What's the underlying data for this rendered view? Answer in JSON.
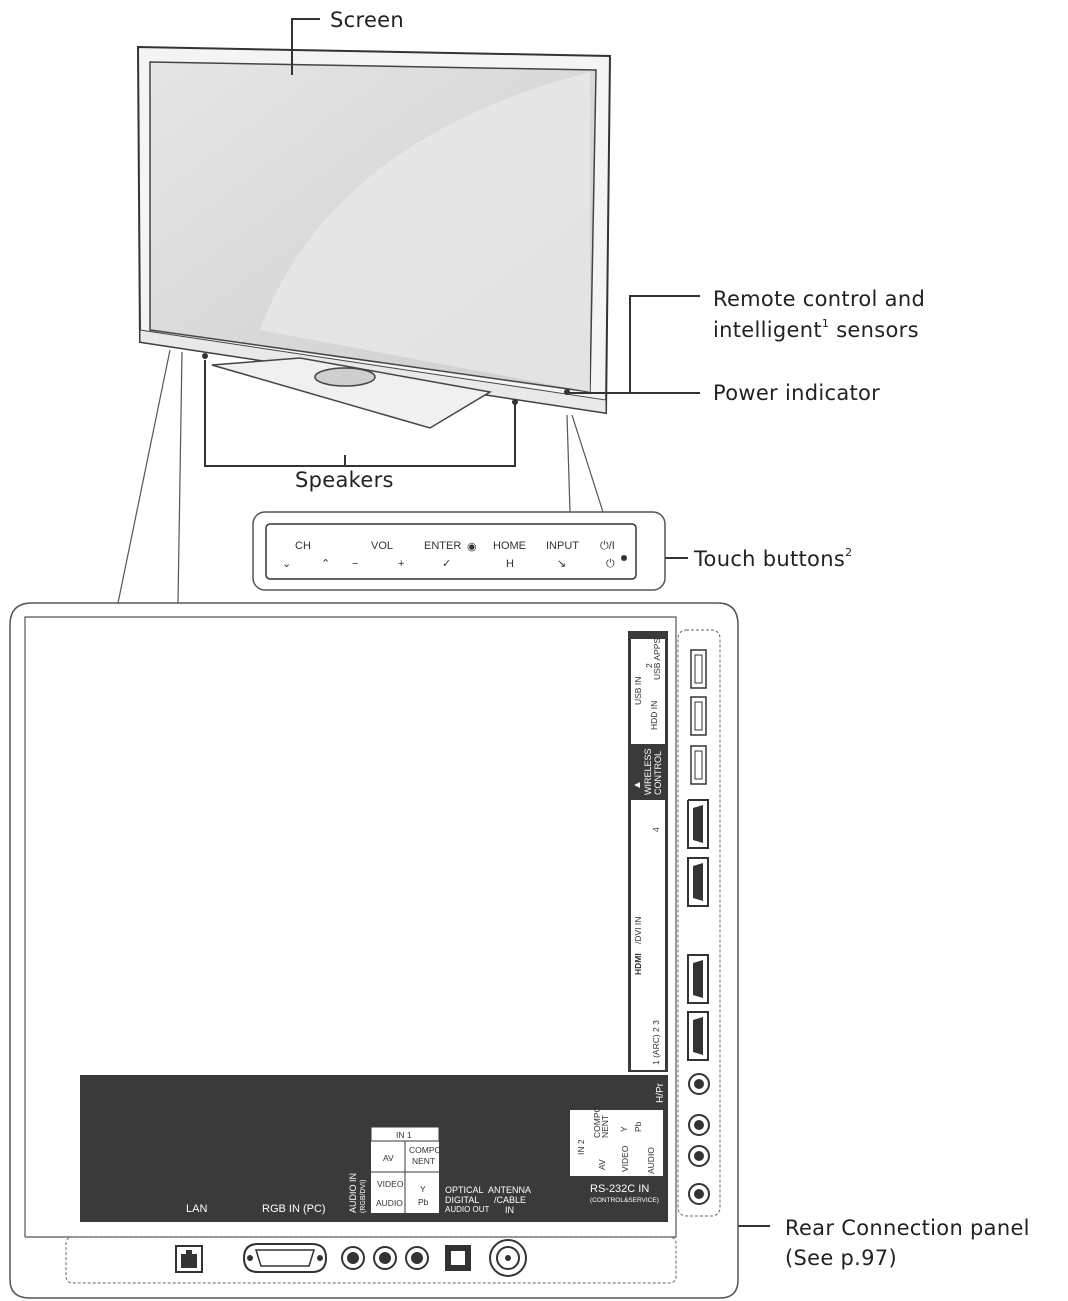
{
  "callouts": {
    "screen": "Screen",
    "remote_sensor_line1": "Remote control and",
    "remote_sensor_line2": "intelligent",
    "remote_sensor_sup": "1",
    "remote_sensor_line2b": " sensors",
    "power_indicator": "Power indicator",
    "speakers": "Speakers",
    "touch_buttons": "Touch buttons",
    "touch_buttons_sup": "2",
    "rear_panel_line1": "Rear Connection panel",
    "rear_panel_line2": "(See p.97)"
  },
  "touch_buttons": {
    "ch": "CH",
    "vol": "VOL",
    "enter": "ENTER",
    "home": "HOME",
    "home_symbol": "H",
    "input": "INPUT",
    "power": "⏻/I"
  },
  "side_panel": {
    "usb_in": "USB IN",
    "usb_2": "2",
    "usb_2_sub": "USB APPS",
    "usb_1": "HDD IN",
    "wireless": "WIRELESS",
    "control": "CONTROL",
    "hdmi": "HDMI",
    "hdmi_dvi": "/DVI IN",
    "hdmi_4": "4",
    "hdmi_arc": "1 (ARC) 2 3",
    "hpr": "H/Pr"
  },
  "bottom_panel": {
    "lan": "LAN",
    "rgb_in": "RGB IN (PC)",
    "audio_in": "AUDIO IN",
    "audio_in_sub": "(RGB/DVI)",
    "in1": "IN 1",
    "av": "AV",
    "compo": "COMPO",
    "nent": "NENT",
    "video": "VIDEO",
    "audio": "AUDIO",
    "y": "Y",
    "pb": "Pb",
    "optical": "OPTICAL",
    "digital": "DIGITAL",
    "audio_out": "AUDIO OUT",
    "antenna": "ANTENNA",
    "cable": "/CABLE",
    "in": "IN",
    "in2": "IN 2",
    "rs232c": "RS-232C IN",
    "rs232c_sub": "(CONTROL&SERVICE)"
  },
  "colors": {
    "panel_dark": "#3a3a3a",
    "line": "#333333",
    "screen_fill": "#dedede"
  }
}
